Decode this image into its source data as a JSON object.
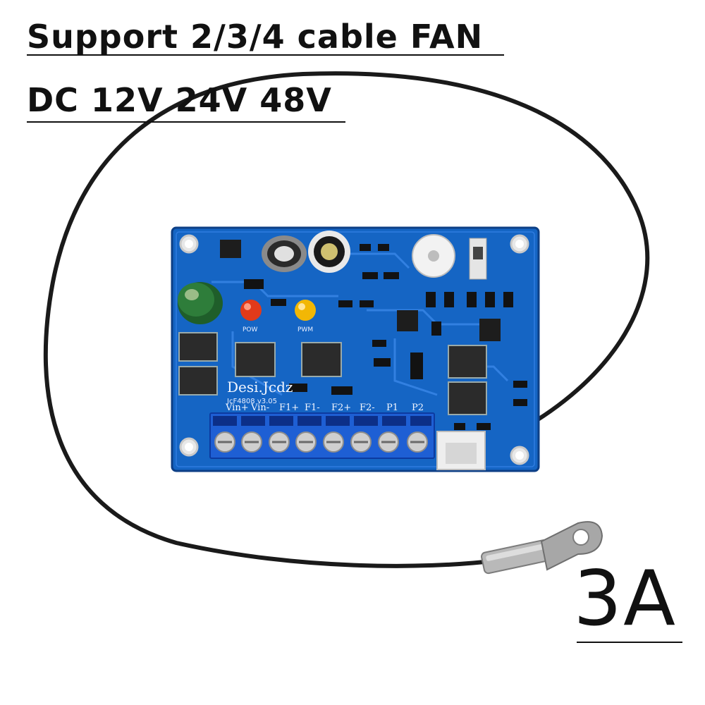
{
  "headline": {
    "line1": "Support 2/3/4 cable FAN",
    "line2": "DC 12V 24V 48V"
  },
  "badge": "3A",
  "board": {
    "brand": "Desi.Jcdz",
    "model": "JcF4808 v3.05",
    "led_labels": [
      "POW",
      "PWM"
    ],
    "terminal_labels": [
      "Vin+",
      "Vin-",
      "F1+",
      "F1-",
      "F2+",
      "F2-",
      "P1",
      "P2"
    ],
    "colors": {
      "pcb": "#1565c4",
      "terminal_block": "#1e5fd4",
      "cable": "#1a1a1a",
      "led_red": "#e23a1a",
      "led_yellow": "#f2b705"
    }
  }
}
